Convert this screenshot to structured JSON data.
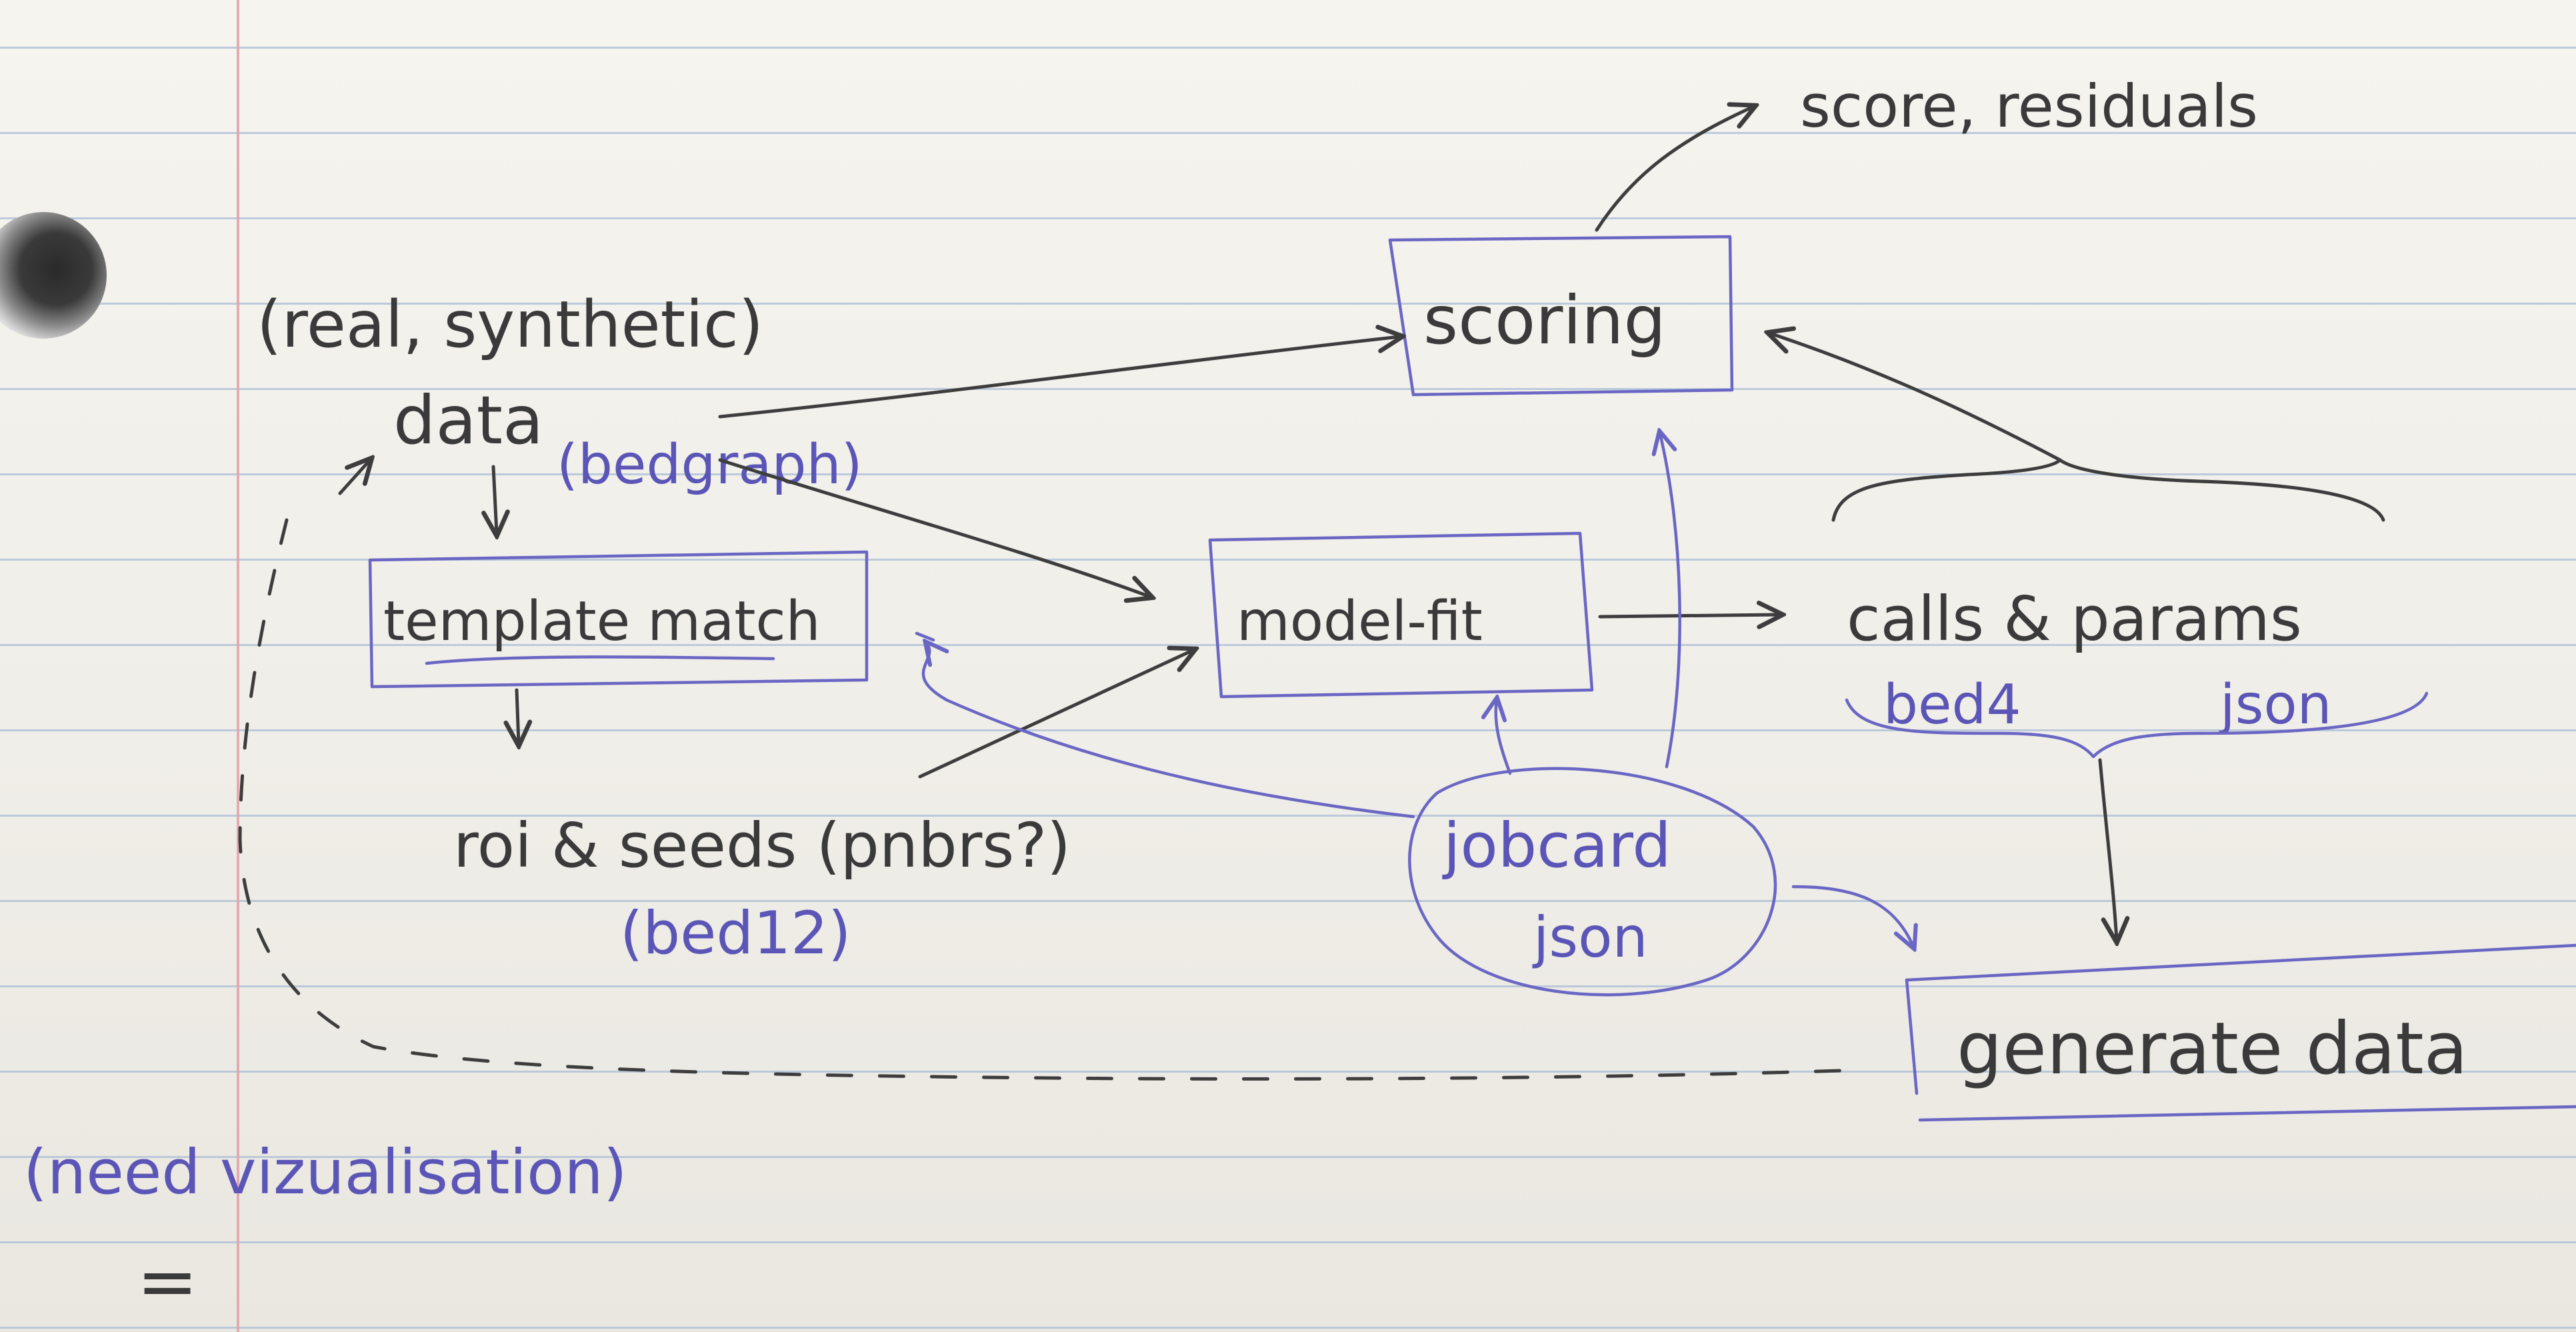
{
  "labels": {
    "data_sources": "(real, synthetic)",
    "data": "data",
    "bedgraph": "(bedgraph)",
    "template_match": "template match",
    "model_fit": "model-fit",
    "scoring": "scoring",
    "score_residuals": "score, residuals",
    "calls_params": "calls & params",
    "bed4": "bed4",
    "json_params": "json",
    "roi_seeds": "roi & seeds (pnbrs?)",
    "bed12": "(bed12)",
    "jobcard": "jobcard",
    "jobcard_json": "json",
    "generate_data": "generate data",
    "need_visualisation": "(need vizualisation)",
    "equals_mark": "="
  },
  "colors": {
    "pencil_ink": "#3d3d3d",
    "blue_ink": "#6a66c4",
    "ruled_line": "#a9bcd6",
    "margin_line": "#e2a3ad",
    "paper": "#f1efea"
  }
}
